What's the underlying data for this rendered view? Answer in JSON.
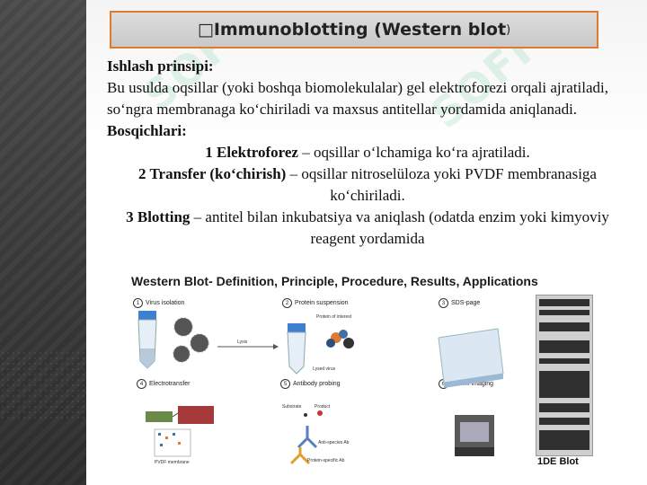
{
  "slide": {
    "title_icon": "□",
    "title_main": " Immunoblotting (Western blot",
    "title_paren": ")",
    "principle_heading": "Ishlash prinsipi:",
    "principle_text": "Bu usulda oqsillar (yoki boshqa biomolekulalar) gel elektroforezi orqali ajratiladi, so‘ngra membranaga ko‘chiriladi va maxsus antitellar yordamida aniqlanadi.",
    "steps_heading": "Bosqichlari:",
    "steps": [
      {
        "label": "1 Elektroforez",
        "text": " – oqsillar o‘lchamiga ko‘ra ajratiladi."
      },
      {
        "label": "2 Transfer (ko‘chirish)",
        "text": " – oqsillar nitroselüloza yoki PVDF membranasiga ko‘chiriladi."
      },
      {
        "label": "3 Blotting",
        "text": " – antitel bilan inkubatsiya va aniqlash (odatda enzim yoki kimyoviy reagent yordamida"
      }
    ]
  },
  "watermark": {
    "text": "SOFF"
  },
  "figure": {
    "title": "Western Blot- Definition, Principle, Procedure, Results, Applications",
    "steps": [
      {
        "num": "1",
        "label": "Virus isolation"
      },
      {
        "num": "2",
        "label": "Protein suspension"
      },
      {
        "num": "3",
        "label": "SDS-page"
      },
      {
        "num": "4",
        "label": "Electrotransfer"
      },
      {
        "num": "5",
        "label": "Antibody probing"
      },
      {
        "num": "6",
        "label": "Chemi-imaging"
      }
    ],
    "notes": {
      "lysis": "Lysis",
      "protein_of_interest": "Protein of interest",
      "lysed_virus": "Lysed virus",
      "substrate": "Substrate",
      "product": "Product",
      "anti_species": "Anti-species Ab",
      "protein_specific": "Protein-specific Ab",
      "pvdf": "PVDF membrane"
    },
    "blot_label": "1DE Blot",
    "colors": {
      "accent": "#e07a2e",
      "watermark": "#5ac88c"
    }
  }
}
